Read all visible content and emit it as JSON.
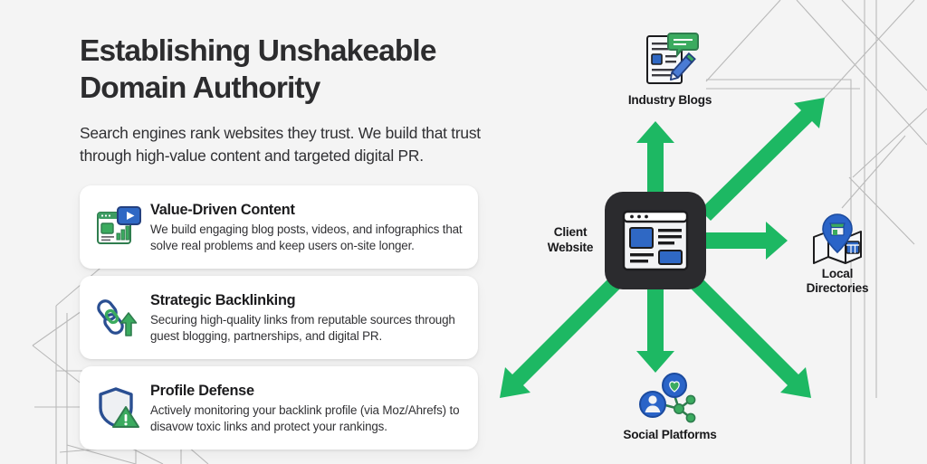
{
  "theme": {
    "background": "#f4f4f4",
    "card_background": "#ffffff",
    "arrow_green": "#1db863",
    "hub_dark": "#2b2b2e",
    "icon_blue": "#2f68c4",
    "icon_navy": "#2a4f92",
    "icon_green": "#32a852",
    "text_dark": "#1c1c1e",
    "deco_line": "#b9b9b9"
  },
  "header": {
    "title": "Establishing Unshakeable Domain Authority",
    "paragraph": "Search engines rank websites they trust. We build that trust through high-value content and targeted digital PR."
  },
  "features": [
    {
      "icon": "content-video-icon",
      "title": "Value-Driven Content",
      "description": "We build engaging blog posts, videos, and infographics that solve real problems and keep users on-site longer."
    },
    {
      "icon": "chain-link-growth-icon",
      "title": "Strategic Backlinking",
      "description": "Securing high-quality links from reputable sources through guest blogging, partnerships, and digital PR."
    },
    {
      "icon": "shield-alert-icon",
      "title": "Profile Defense",
      "description": "Actively monitoring your backlink profile (via Moz/Ahrefs) to disavow toxic links and protect your rankings."
    }
  ],
  "diagram": {
    "hub": {
      "icon": "browser-window-icon",
      "label": "Client\nWebsite"
    },
    "nodes": [
      {
        "id": "industry-blogs",
        "icon": "document-pencil-comment-icon",
        "label": "Industry Blogs"
      },
      {
        "id": "local-directories",
        "icon": "map-pin-storefront-icon",
        "label": "Local\nDirectories"
      },
      {
        "id": "social-platforms",
        "icon": "social-network-heart-icon",
        "label": "Social Platforms"
      }
    ],
    "arrows": [
      {
        "id": "arrow-up",
        "direction": "up"
      },
      {
        "id": "arrow-up-right",
        "direction": "up-right"
      },
      {
        "id": "arrow-right",
        "direction": "right"
      },
      {
        "id": "arrow-down",
        "direction": "down"
      },
      {
        "id": "arrow-down-left",
        "direction": "down-left"
      },
      {
        "id": "arrow-down-right",
        "direction": "down-right"
      }
    ]
  }
}
